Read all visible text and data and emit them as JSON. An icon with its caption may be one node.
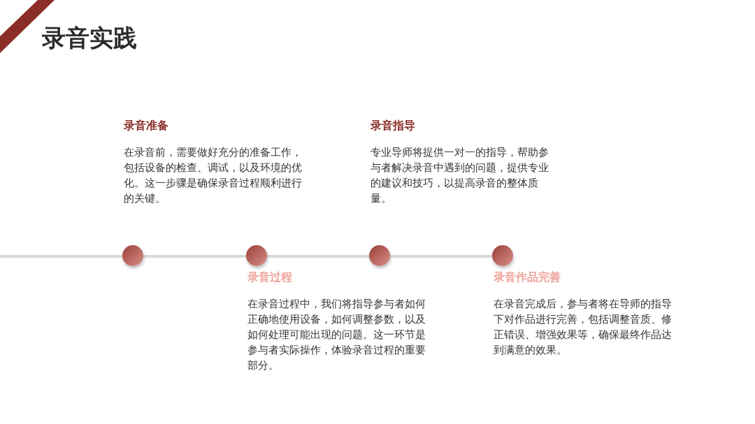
{
  "diagram": {
    "title": "录音实践",
    "nodes": [
      {
        "text": [],
        "shape": "circle",
        "beside": [
          "录音准备",
          "在录音前，需要做好充分的准备工作，包括设备的检查、调试，以及环境的优化。这一步骤是确保录音过程顺利进行的关键。"
        ]
      },
      {
        "text": [],
        "shape": "circle",
        "beside": [
          "录音过程",
          "在录音过程中，我们将指导参与者如何正确地使用设备，如何调整参数，以及如何处理可能出现的问题。这一环节是参与者实际操作，体验录音过程的重要部分。"
        ]
      },
      {
        "text": [],
        "shape": "circle",
        "beside": [
          "录音指导",
          "专业导师将提供一对一的指导，帮助参与者解决录音中遇到的问题，提供专业的建议和技巧，以提高录音的整体质量。"
        ]
      },
      {
        "text": [],
        "shape": "circle",
        "beside": [
          "录音作品完善",
          "在录音完成后，参与者将在导师的指导下对作品进行完善，包括调整音质、修正错误、增强效果等，确保最终作品达到满意的效果。"
        ]
      }
    ],
    "edges": [
      {
        "from": null,
        "to": 0,
        "arrow": "none"
      },
      {
        "from": 0,
        "to": 1,
        "arrow": "none"
      },
      {
        "from": 1,
        "to": 2,
        "arrow": "none"
      },
      {
        "from": 2,
        "to": 3,
        "arrow": "none"
      }
    ]
  }
}
